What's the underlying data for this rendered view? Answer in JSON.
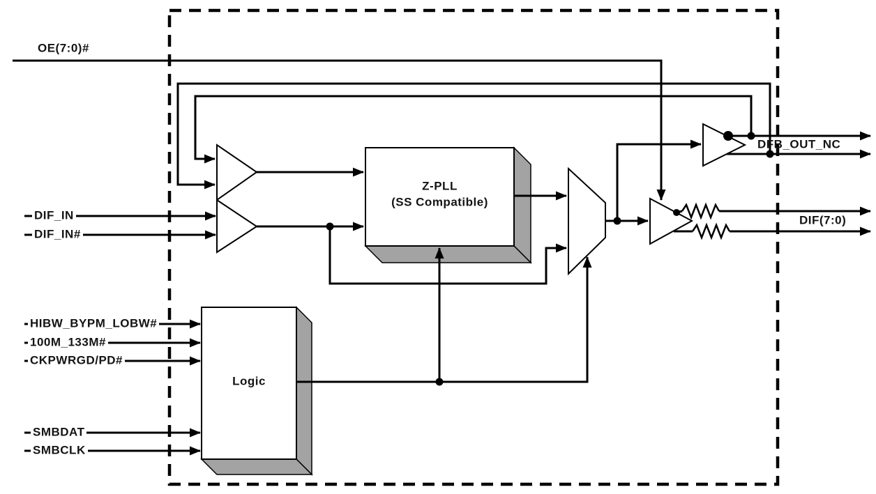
{
  "diagram": {
    "title_none": "",
    "inputs": {
      "oe": "OE(7:0)#",
      "dif_in": "DIF_IN",
      "dif_in_n": "DIF_IN#",
      "hibw": "HIBW_BYPM_LOBW#",
      "m100_133": "100M_133M#",
      "ckpwrgd": "CKPWRGD/PD#",
      "smbdat": "SMBDAT",
      "smbclk": "SMBCLK"
    },
    "blocks": {
      "pll_line1": "Z-PLL",
      "pll_line2": "(SS Compatible)",
      "logic": "Logic"
    },
    "outputs": {
      "dfb": "DFB_OUT_NC",
      "dif": "DIF(7:0)"
    },
    "colors": {
      "line": "#000000",
      "block_shadow": "#a3a3a3",
      "block_fill": "#ffffff",
      "text": "#141414",
      "background": "#ffffff"
    }
  }
}
